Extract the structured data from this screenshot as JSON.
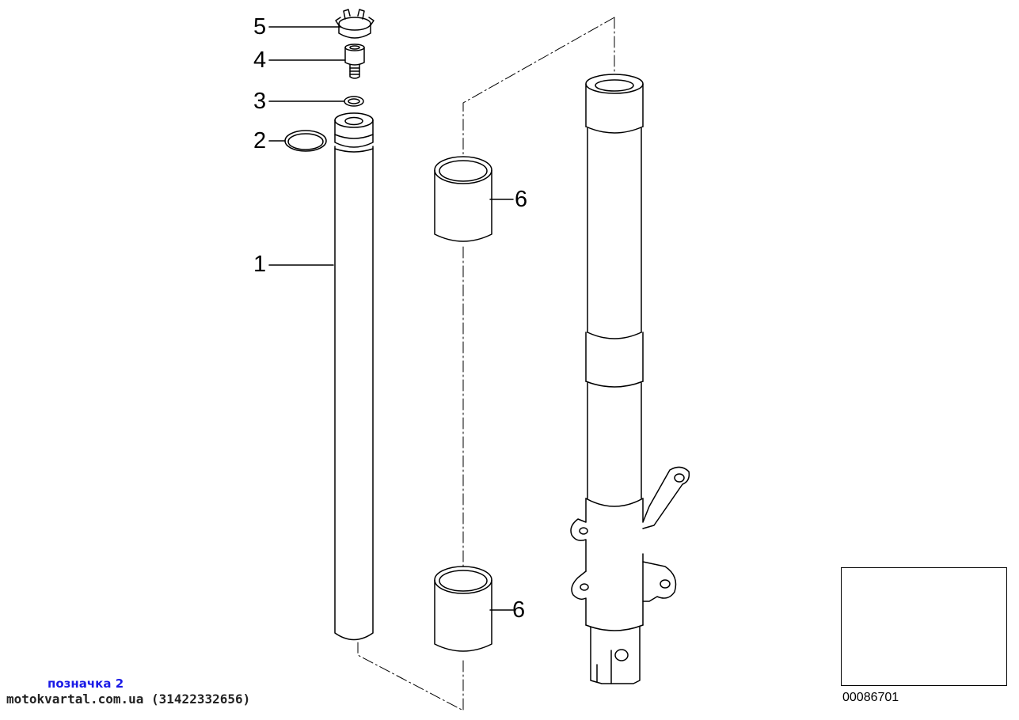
{
  "callouts": {
    "c1": "1",
    "c2": "2",
    "c3": "3",
    "c4": "4",
    "c5": "5",
    "c6a": "6",
    "c6b": "6"
  },
  "caption": "позначка 2",
  "watermark": "motokvartal.com.ua (31422332656)",
  "document_number": "00086701",
  "colors": {
    "line": "#000000",
    "caption": "#1a1ae6"
  },
  "icons": [
    "fork-tube",
    "circlip",
    "o-ring",
    "bolt",
    "cap",
    "bushing",
    "fork-slider",
    "motorcycle-thumbnail"
  ]
}
